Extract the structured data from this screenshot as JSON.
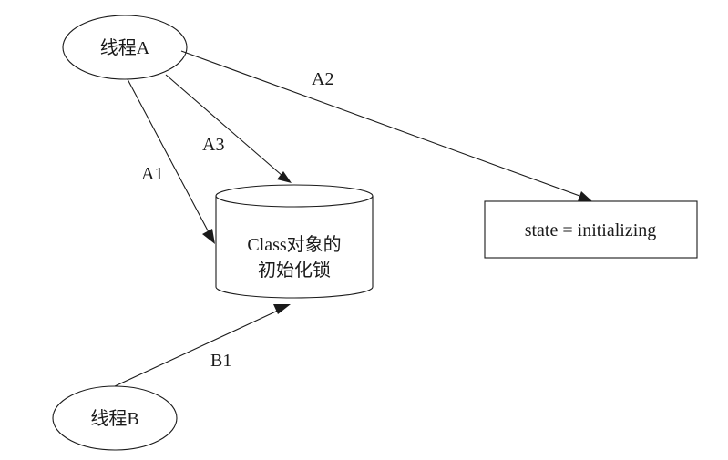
{
  "nodes": {
    "thread_a": {
      "label": "线程A"
    },
    "thread_b": {
      "label": "线程B"
    },
    "lock": {
      "line1": "Class对象的",
      "line2": "初始化锁"
    },
    "state": {
      "label": "state = initializing"
    }
  },
  "edges": {
    "a1": {
      "label": "A1"
    },
    "a2": {
      "label": "A2"
    },
    "a3": {
      "label": "A3"
    },
    "b1": {
      "label": "B1"
    }
  }
}
